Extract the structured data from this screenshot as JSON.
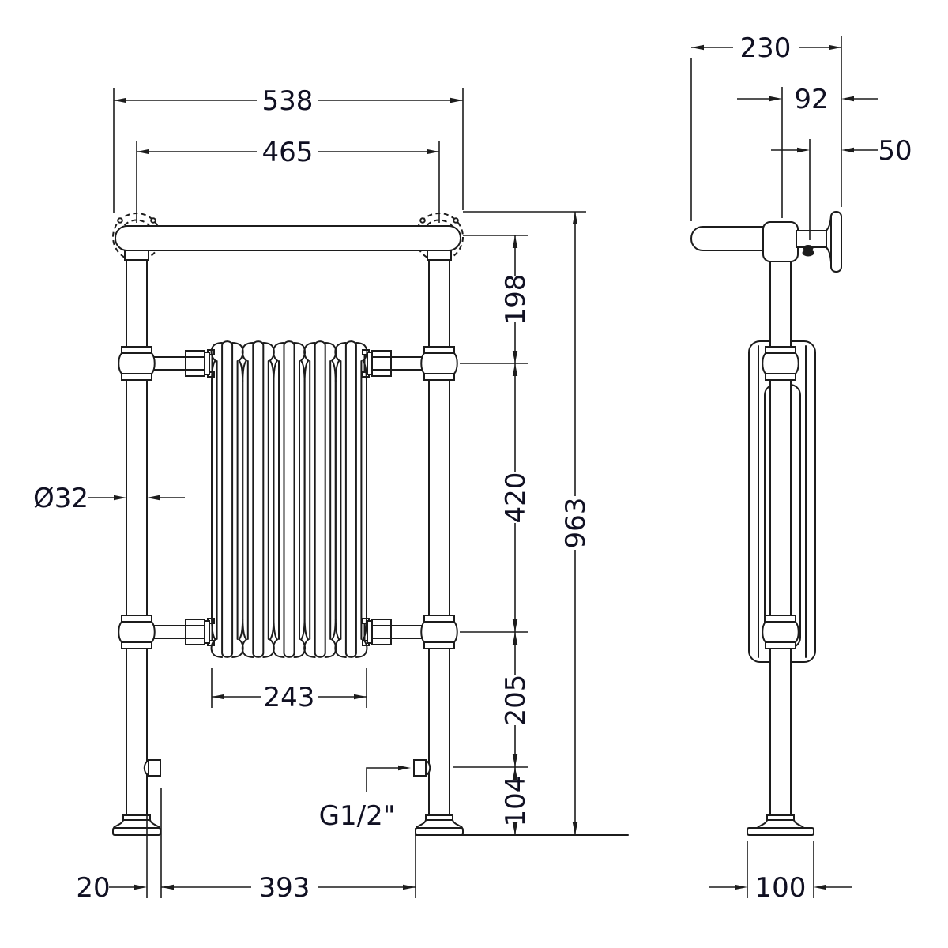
{
  "title": "towel-rail-radiator-technical-drawing",
  "colors": {
    "background": "#ffffff",
    "line": "#1c1c1c",
    "dimension_text": "#101022"
  },
  "front_view": {
    "dimensions": {
      "overall_width": "538",
      "rail_centres_width": "465",
      "rail_to_upper_connection": "198",
      "connection_centres": "420",
      "overall_height": "963",
      "pipe_diameter": "Ø32",
      "radiator_width": "243",
      "lower_connection_to_inlet": "205",
      "inlet_to_floor": "104",
      "inlet_thread": "G1/2\"",
      "foot_overhang": "20",
      "feet_inner_spacing": "393"
    }
  },
  "side_view": {
    "dimensions": {
      "overall_depth": "230",
      "pipe_centre_to_wall": "92",
      "air_vent_to_wall": "50",
      "foot_depth": "100"
    }
  }
}
